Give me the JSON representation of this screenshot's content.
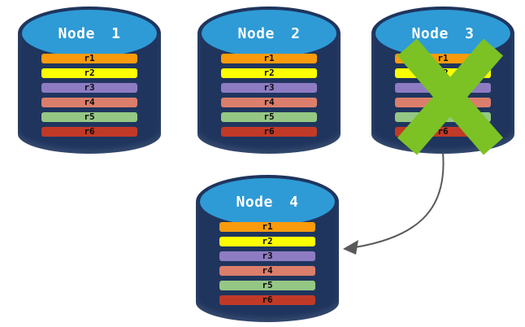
{
  "diagram": {
    "type": "database-replication-failover",
    "nodes": [
      {
        "id": "node-1",
        "label": "Node 1",
        "failed": false,
        "rows": [
          "r1",
          "r2",
          "r3",
          "r4",
          "r5",
          "r6"
        ]
      },
      {
        "id": "node-2",
        "label": "Node 2",
        "failed": false,
        "rows": [
          "r1",
          "r2",
          "r3",
          "r4",
          "r5",
          "r6"
        ]
      },
      {
        "id": "node-3",
        "label": "Node 3",
        "failed": true,
        "rows": [
          "r1",
          "r2",
          "r3",
          "r4",
          "r5",
          "r6"
        ]
      },
      {
        "id": "node-4",
        "label": "Node 4",
        "failed": false,
        "rows": [
          "r1",
          "r2",
          "r3",
          "r4",
          "r5",
          "r6"
        ]
      }
    ],
    "row_colors": {
      "r1": "#F99B0C",
      "r2": "#FDFF00",
      "r3": "#8E7CC3",
      "r4": "#DB7E6B",
      "r5": "#95C784",
      "r6": "#C13A27"
    },
    "colors": {
      "cylinder_body": "#1F355E",
      "cylinder_top": "#2E9BD6",
      "failure_x": "#7CC224",
      "arrow": "#595959",
      "background": "#FFFFFF"
    },
    "arrow": {
      "from": "node-3",
      "to": "node-4"
    }
  }
}
